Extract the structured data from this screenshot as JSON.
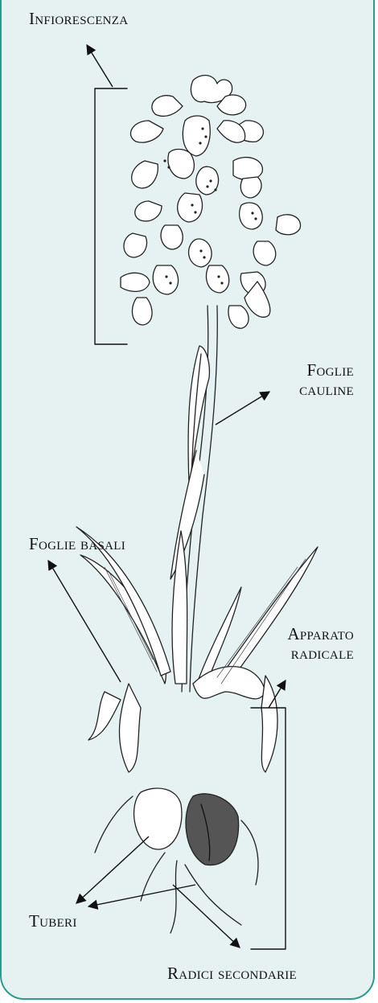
{
  "labels": {
    "infiorescenza": "Infiorescenza",
    "foglie_cauline_1": "Foglie",
    "foglie_cauline_2": "cauline",
    "foglie_basali": "Foglie basali",
    "apparato_1": "Apparato",
    "apparato_2": "radicale",
    "tuberi": "Tuberi",
    "radici_secondarie": "Radici secondarie"
  },
  "colors": {
    "background": "#e6f2f2",
    "border": "#2e9a8e",
    "ink": "#111111"
  }
}
